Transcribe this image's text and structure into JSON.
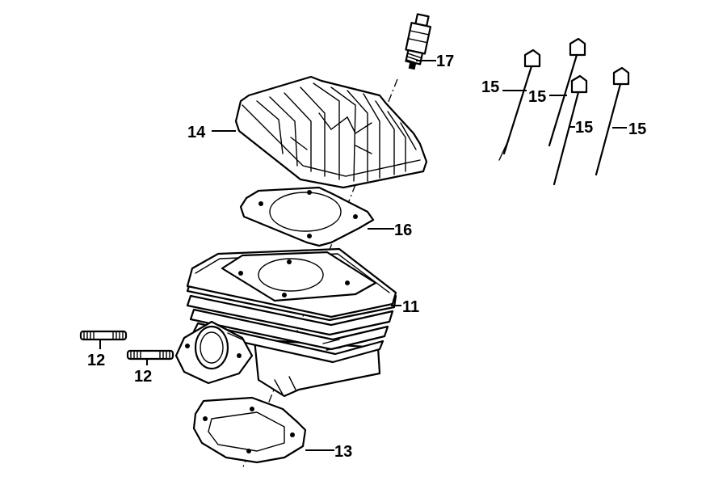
{
  "diagram": {
    "callouts": {
      "cylinder": "11",
      "stud_a": "12",
      "stud_b": "12",
      "base_gasket": "13",
      "cylinder_head": "14",
      "bolt_a": "15",
      "bolt_b": "15",
      "bolt_c": "15",
      "bolt_d": "15",
      "head_gasket": "16",
      "spark_plug": "17"
    }
  }
}
